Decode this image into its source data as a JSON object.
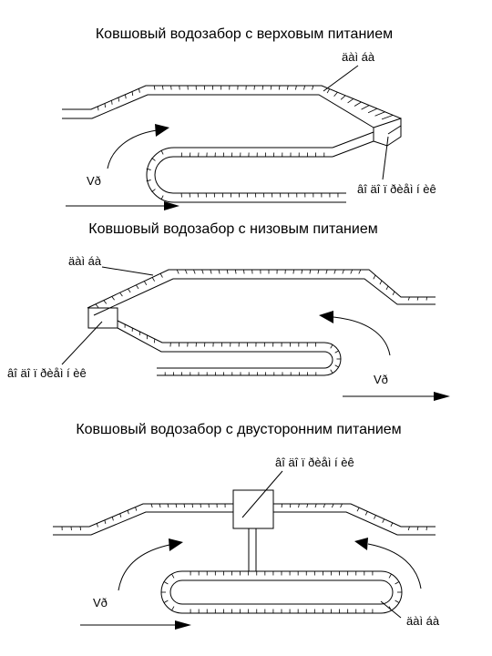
{
  "diagrams": [
    {
      "title": "Ковшовый водозабор с верховым питанием",
      "labels": {
        "dam": "äàì áà",
        "intake": "âî äî ï ðèåì í èê",
        "flow": "Vð"
      }
    },
    {
      "title": "Ковшовый водозабор с низовым питанием",
      "labels": {
        "dam": "äàì áà",
        "intake": "âî äî ï ðèåì í èê",
        "flow": "Vð"
      }
    },
    {
      "title": "Ковшовый водозабор с двусторонним питанием",
      "labels": {
        "dam": "äàì áà",
        "intake": "âî äî ï ðèåì í èê",
        "flow": "Vð"
      }
    }
  ]
}
